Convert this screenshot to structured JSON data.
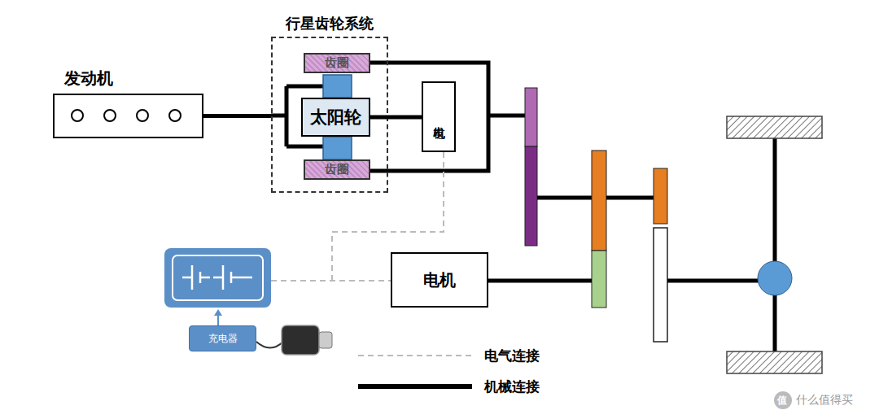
{
  "diagram": {
    "nodes": [
      {
        "text": [
          "发动机"
        ]
      },
      {
        "text": [
          "行星齿轮系统"
        ]
      },
      {
        "text": [
          "齿圈"
        ],
        "in": 1
      },
      {
        "text": [
          "太阳轮"
        ],
        "in": 1
      },
      {
        "text": [
          "齿圈"
        ],
        "in": 1
      },
      {
        "text": [
          "发电机"
        ]
      },
      {
        "text": [
          "电机"
        ]
      },
      {
        "text": [
          "充电器"
        ]
      }
    ],
    "edges": [
      {
        "from": 0,
        "to": 1,
        "arrow": "none"
      },
      {
        "from": 3,
        "to": 5,
        "arrow": "none"
      }
    ],
    "labels": [
      "值",
      "什么值得买"
    ],
    "legend": [
      {
        "text": "电气连接"
      },
      {
        "text": "机械连接"
      }
    ]
  }
}
